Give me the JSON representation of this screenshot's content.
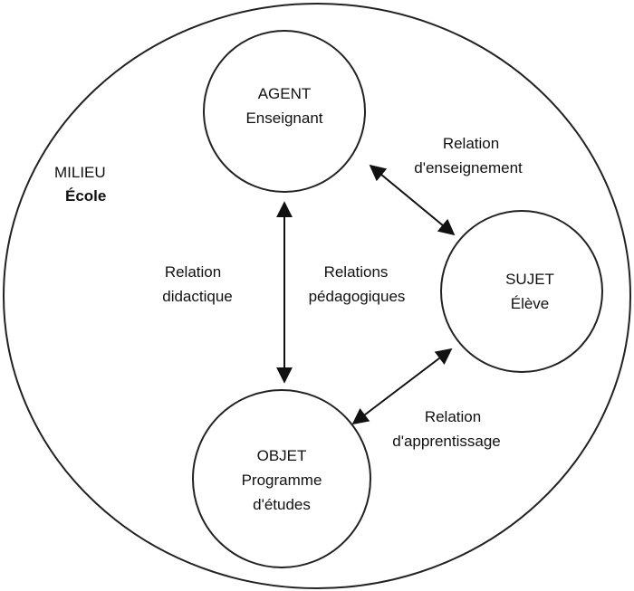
{
  "milieu": {
    "line1": "MILIEU",
    "line2": "École"
  },
  "nodes": {
    "agent": {
      "line1": "AGENT",
      "line2": "Enseignant"
    },
    "sujet": {
      "line1": "SUJET",
      "line2": "Élève"
    },
    "objet": {
      "line1": "OBJET",
      "line2": "Programme",
      "line3": "d'études"
    }
  },
  "relations": {
    "enseignement": {
      "line1": "Relation",
      "line2": "d'enseignement"
    },
    "didactique": {
      "line1": "Relation",
      "line2": "didactique"
    },
    "pedagogiques": {
      "line1": "Relations",
      "line2": "pédagogiques"
    },
    "apprentissage": {
      "line1": "Relation",
      "line2": "d'apprentissage"
    }
  }
}
